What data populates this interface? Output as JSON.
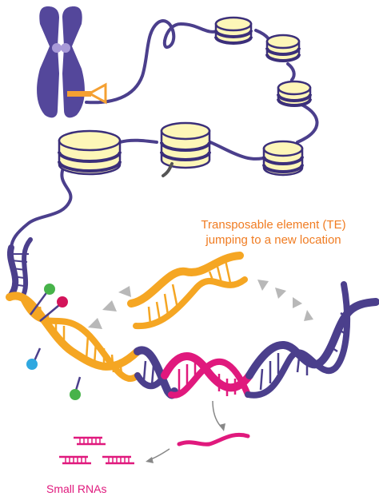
{
  "labels": {
    "te_line1": "Transposable element (TE)",
    "te_line2": "jumping to a new location",
    "small_rnas": "Small RNAs"
  },
  "colors": {
    "chromatin": "#4b3f8c",
    "nucleosome_fill": "#fdf6b8",
    "nucleosome_stroke": "#3b2f7a",
    "transposon": "#f5a623",
    "small_rna": "#e0197d",
    "arrow": "#b8b8b8",
    "marker_orange": "#f4a032",
    "mod_pink": "#d3145a",
    "mod_green": "#47b34a",
    "mod_blue": "#2fa8e0",
    "te_text": "#f07c22"
  },
  "icons": {
    "chromosome": "chromosome-icon",
    "te_marker": "te-marker-icon",
    "nucleosome": "nucleosome-icon",
    "dna_helix": "dna-helix-icon",
    "small_rna_duplex": "small-rna-duplex-icon"
  }
}
